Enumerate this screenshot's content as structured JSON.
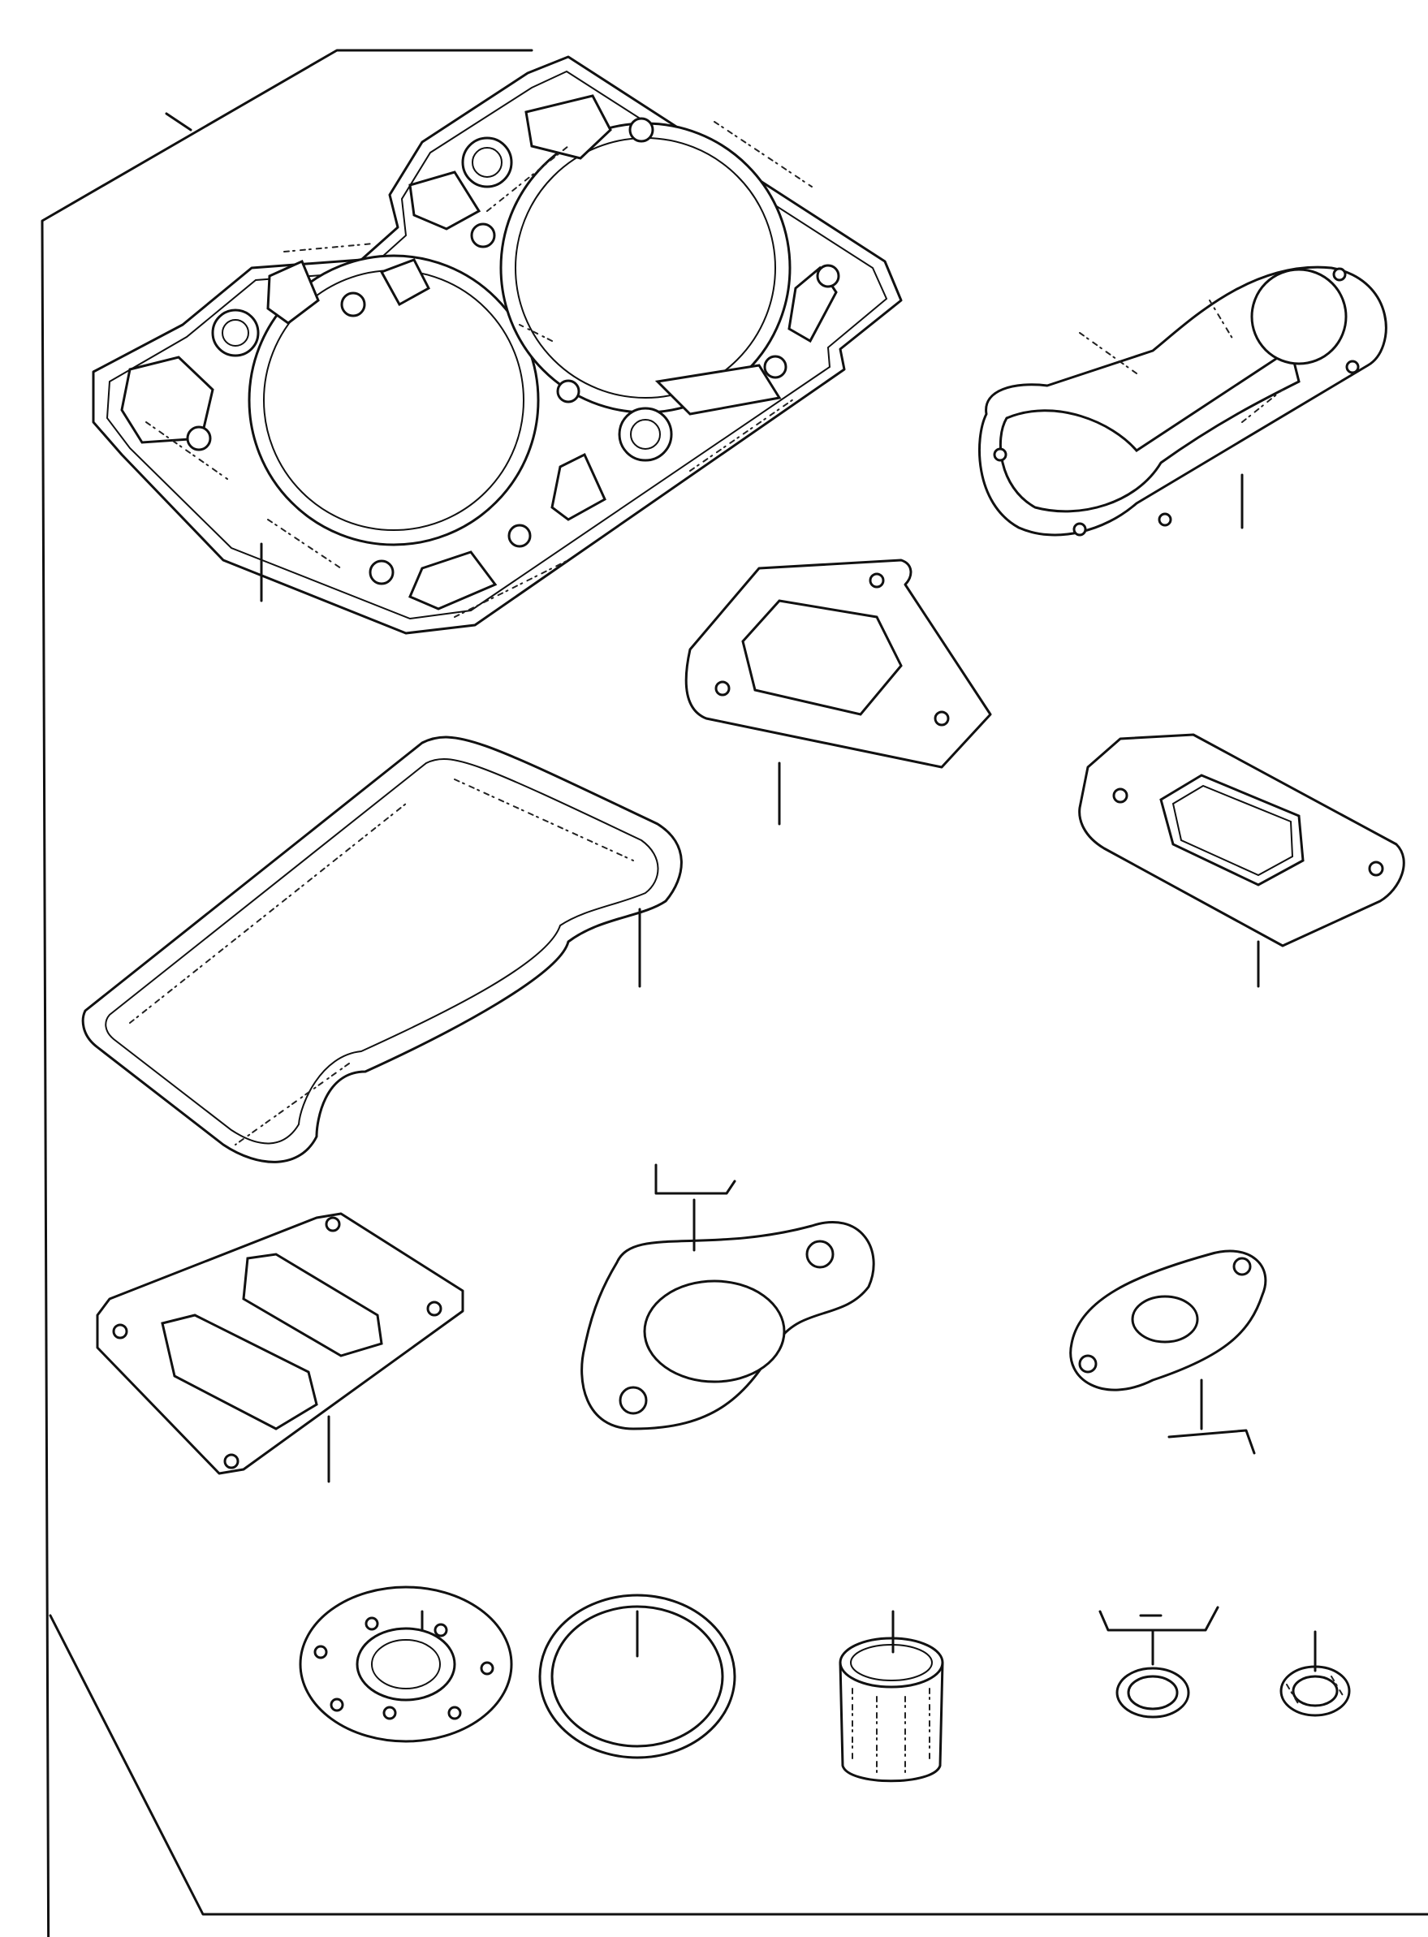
{
  "diagram": {
    "kind": "exploded parts diagram",
    "parts": [
      {
        "id": "cylinder-head-gasket"
      },
      {
        "id": "gear-case-gasket"
      },
      {
        "id": "mounting-plate-gasket"
      },
      {
        "id": "rectangular-port-gasket"
      },
      {
        "id": "rocker-cover-gasket"
      },
      {
        "id": "twin-port-gasket"
      },
      {
        "id": "oval-flange-gasket-large"
      },
      {
        "id": "oval-flange-gasket-small"
      },
      {
        "id": "round-flange-gasket"
      },
      {
        "id": "o-ring"
      },
      {
        "id": "bushing"
      },
      {
        "id": "sealing-washer-pair"
      },
      {
        "id": "copper-washer"
      }
    ]
  }
}
